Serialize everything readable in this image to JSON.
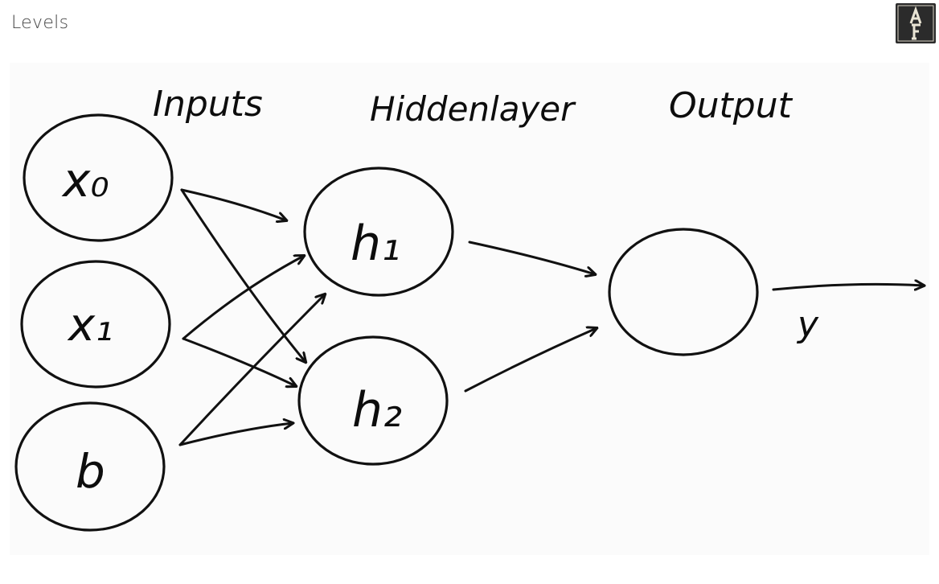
{
  "header": {
    "title": "Levels",
    "logo_text": "AF"
  },
  "diagram": {
    "stroke_color": "#111111",
    "background_color": "#fbfbfb",
    "column_headings": {
      "inputs": "Inputs",
      "hidden": "Hiddenlayer",
      "output": "Output"
    },
    "nodes": {
      "x0": "x₀",
      "x1": "x₁",
      "b": "b",
      "h1": "h₁",
      "h2": "h₂",
      "output": ""
    },
    "output_label": "y"
  }
}
